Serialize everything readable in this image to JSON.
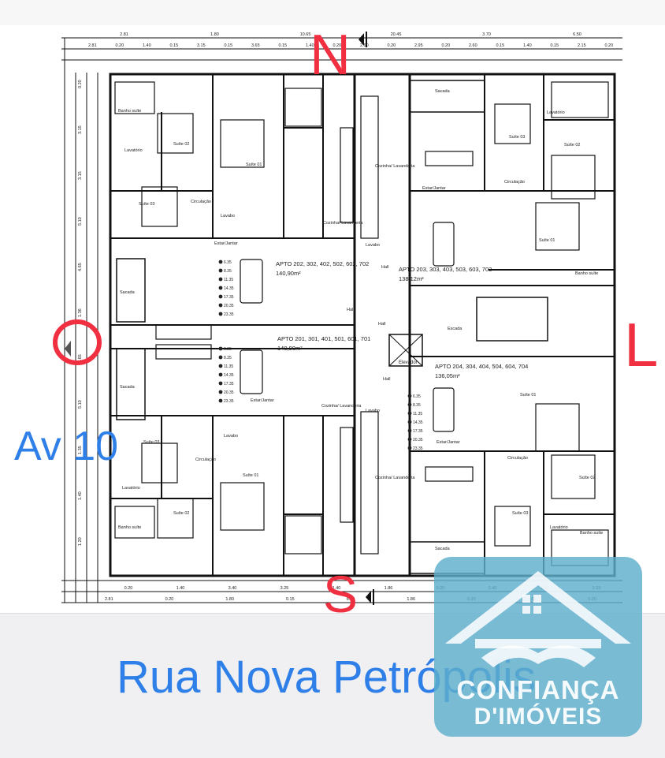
{
  "compass": {
    "north": "N",
    "south": "S",
    "east": "L",
    "west": "O"
  },
  "streets": {
    "west_street": "Av 10",
    "south_street": "Rua Nova Petrópolis"
  },
  "watermark": {
    "line1": "CONFIANÇA",
    "line2": "D'IMÓVEIS"
  },
  "apartments": {
    "nw": {
      "label": "APTO 202, 302, 402, 502, 602, 702",
      "area": "140,90m²"
    },
    "sw": {
      "label": "APTO 201, 301, 401, 501, 601, 701",
      "area": "140,90m²"
    },
    "ne": {
      "label": "APTO 203, 303, 403, 503, 603, 703",
      "area": "138,12m²"
    },
    "se": {
      "label": "APTO 204, 304, 404, 504, 604, 704",
      "area": "136,05m²"
    }
  },
  "rooms": {
    "suite_01": "Suíte 01",
    "suite_02": "Suíte 02",
    "suite_03": "Suíte 03",
    "banho_suite": "Banho suíte",
    "lavabo": "Lavabo",
    "lavatorio": "Lavatório",
    "circulacao": "Circulação",
    "cozinha": "Cozinha/ Lavanderia",
    "estar_jantar": "Estar/Jantar",
    "sacada": "Sacada",
    "hall": "Hall",
    "escada": "Escada",
    "elevador": "Elevador"
  },
  "dimensions": {
    "top_row_1": [
      "2.81",
      "1.80",
      "10.65",
      "20.45",
      "3.70",
      "6.50"
    ],
    "top_row_2": [
      "2.81",
      "0.20",
      "1.40",
      "0.15",
      "3.15",
      "0.15",
      "3.65",
      "0.15",
      "1.40",
      "0.20",
      "2.60",
      "0.20",
      "2.95",
      "0.20",
      "2.60",
      "0.15",
      "1.40",
      "0.15",
      "2.15",
      "0.20"
    ],
    "bottom_row_1": [
      "0.20",
      "1.40",
      "3.40",
      "3.25",
      "1.40",
      "1.86",
      "0.20",
      "3.40",
      "1.40",
      "2.15"
    ],
    "bottom_row_2": [
      "2.81",
      "0.20",
      "1.80",
      "0.15",
      "6.70",
      "1.86",
      "0.20",
      "3.40",
      "0.20"
    ],
    "heights": [
      "6.35",
      "8.35",
      "11.35",
      "14.35",
      "17.35",
      "20.35",
      "23.35"
    ],
    "left_col": [
      "0.20",
      "3.15",
      "3.15",
      "5.10",
      "4.65",
      "1.36",
      "4.65",
      "5.10",
      "1.35",
      "1.40",
      "1.20"
    ]
  }
}
